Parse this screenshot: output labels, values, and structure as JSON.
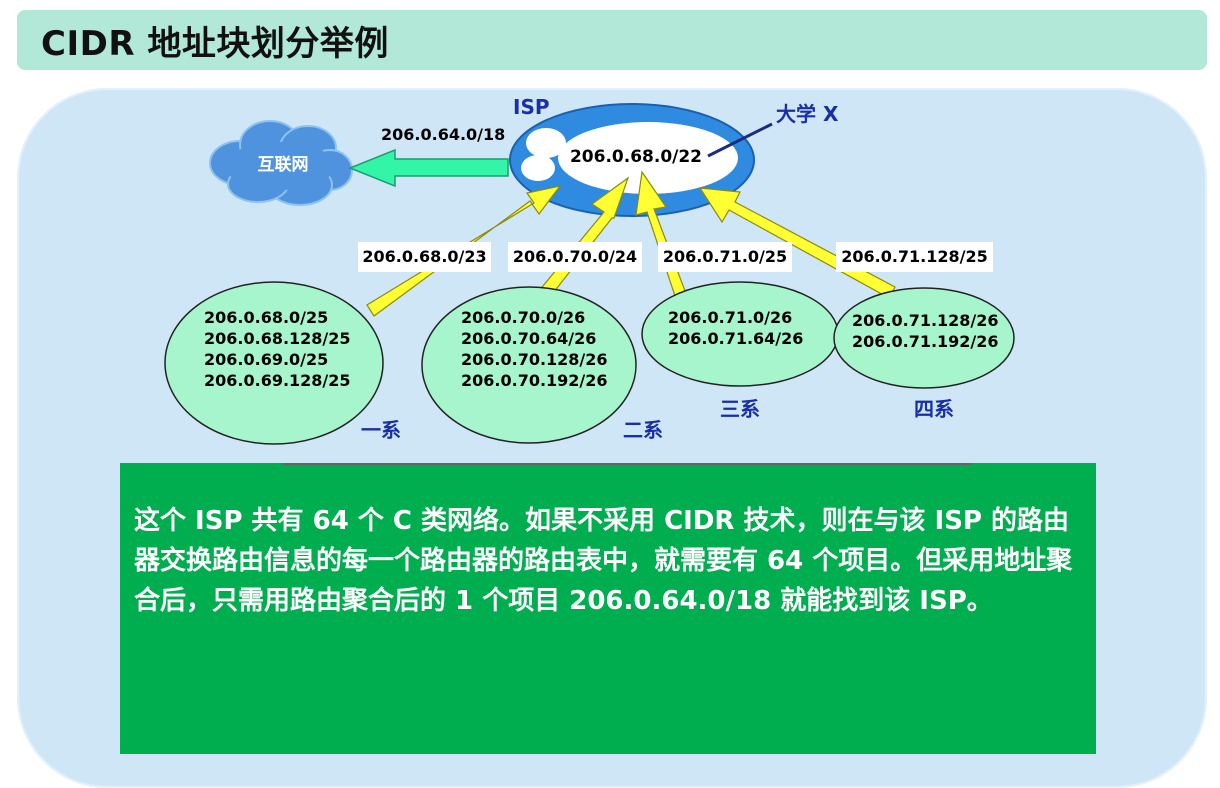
{
  "title": "CIDR 地址块划分举例",
  "internet_label": "互联网",
  "isp_label": "ISP",
  "isp_route": "206.0.64.0/18",
  "university_label": "大学 X",
  "university_block": "206.0.68.0/22",
  "links": [
    {
      "prefix": "206.0.68.0/23"
    },
    {
      "prefix": "206.0.70.0/24"
    },
    {
      "prefix": "206.0.71.0/25"
    },
    {
      "prefix": "206.0.71.128/25"
    }
  ],
  "departments": [
    {
      "name": "一系",
      "subnets": [
        "206.0.68.0/25",
        "206.0.68.128/25",
        "206.0.69.0/25",
        "206.0.69.128/25"
      ]
    },
    {
      "name": "二系",
      "subnets": [
        "206.0.70.0/26",
        "206.0.70.64/26",
        "206.0.70.128/26",
        "206.0.70.192/26"
      ]
    },
    {
      "name": "三系",
      "subnets": [
        "206.0.71.0/26",
        "206.0.71.64/26"
      ]
    },
    {
      "name": "四系",
      "subnets": [
        "206.0.71.128/26",
        "206.0.71.192/26"
      ]
    }
  ],
  "note": "这个 ISP 共有 64 个 C 类网络。如果不采用 CIDR 技术，则在与该 ISP 的路由器交换路由信息的每一个路由器的路由表中，就需要有 64 个项目。但采用地址聚合后，只需用路由聚合后的 1 个项目 206.0.64.0/18 就能找到该 ISP。",
  "colors": {
    "title_bg": "#b2e8d8",
    "panel_bg": "#cfe6f6",
    "isp_fill": "#2f8be0",
    "dept_fill": "#a6f5cc",
    "arrow_yellow": "#ffff33",
    "arrow_green": "#33f5a8",
    "dept_label": "#1a2ea8",
    "note_bg": "#00ad4f"
  }
}
